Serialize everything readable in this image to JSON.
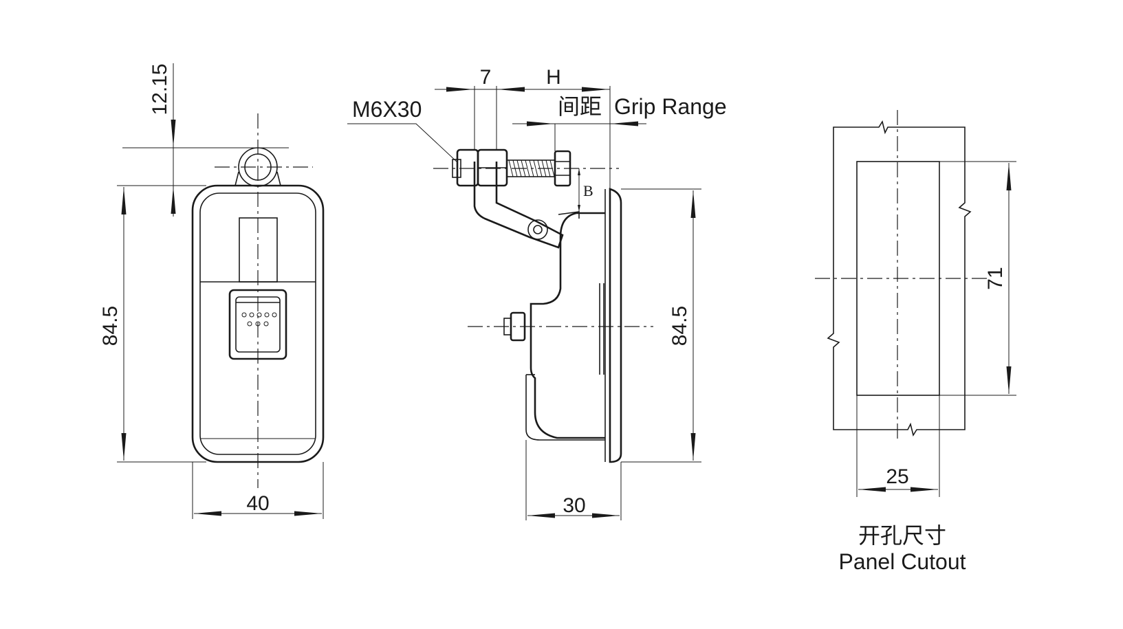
{
  "front_view": {
    "dim_height": "84.5",
    "dim_top": "12.15",
    "dim_width": "40"
  },
  "side_view": {
    "dim_bolt": "M6X30",
    "dim_offset": "7",
    "dim_h": "H",
    "grip_range_cn": "间距",
    "grip_range_en": "Grip Range",
    "dim_b": "B",
    "dim_height": "84.5",
    "dim_depth": "30"
  },
  "panel_cutout": {
    "dim_height": "71",
    "dim_width": "25",
    "title_cn": "开孔尺寸",
    "title_en": "Panel Cutout"
  }
}
